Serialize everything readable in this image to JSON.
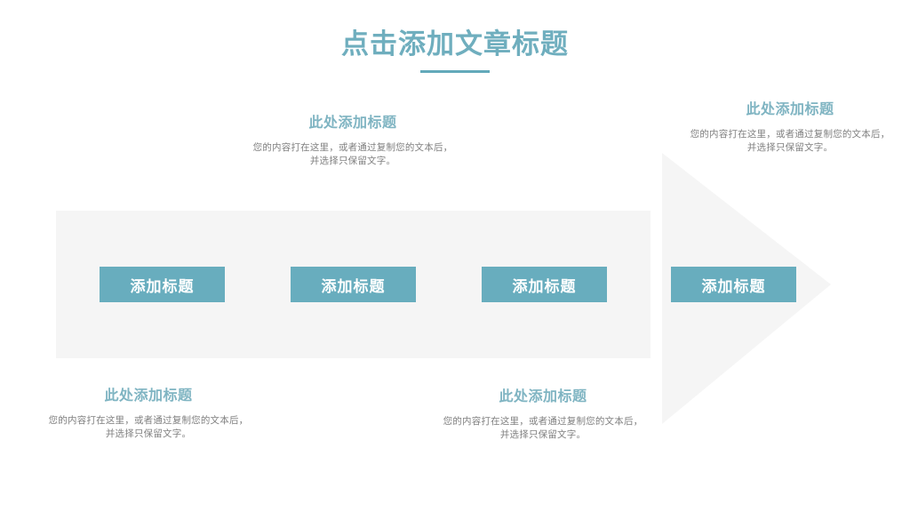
{
  "slide": {
    "title": "点击添加文章标题",
    "background_color": "#FFFFFF",
    "accent_color": "#68ADBE",
    "heading_color": "#7FB4C2",
    "band_color": "#F5F5F5",
    "body_text_color": "#808080"
  },
  "buttons": [
    {
      "label": "添加标题"
    },
    {
      "label": "添加标题"
    },
    {
      "label": "添加标题"
    },
    {
      "label": "添加标题"
    }
  ],
  "text_blocks": [
    {
      "position": "top-center",
      "heading": "此处添加标题",
      "body": "您的内容打在这里，或者通过复制您的文本后，并选择只保留文字。"
    },
    {
      "position": "top-right",
      "heading": "此处添加标题",
      "body": "您的内容打在这里，或者通过复制您的文本后，并选择只保留文字。"
    },
    {
      "position": "bottom-left",
      "heading": "此处添加标题",
      "body": "您的内容打在这里，或者通过复制您的文本后，并选择只保留文字。"
    },
    {
      "position": "bottom-center",
      "heading": "此处添加标题",
      "body": "您的内容打在这里，或者通过复制您的文本后，并选择只保留文字。"
    }
  ],
  "shapes": {
    "arrow_icon": "right-arrow-triangle",
    "divider_icon": "title-underline"
  }
}
